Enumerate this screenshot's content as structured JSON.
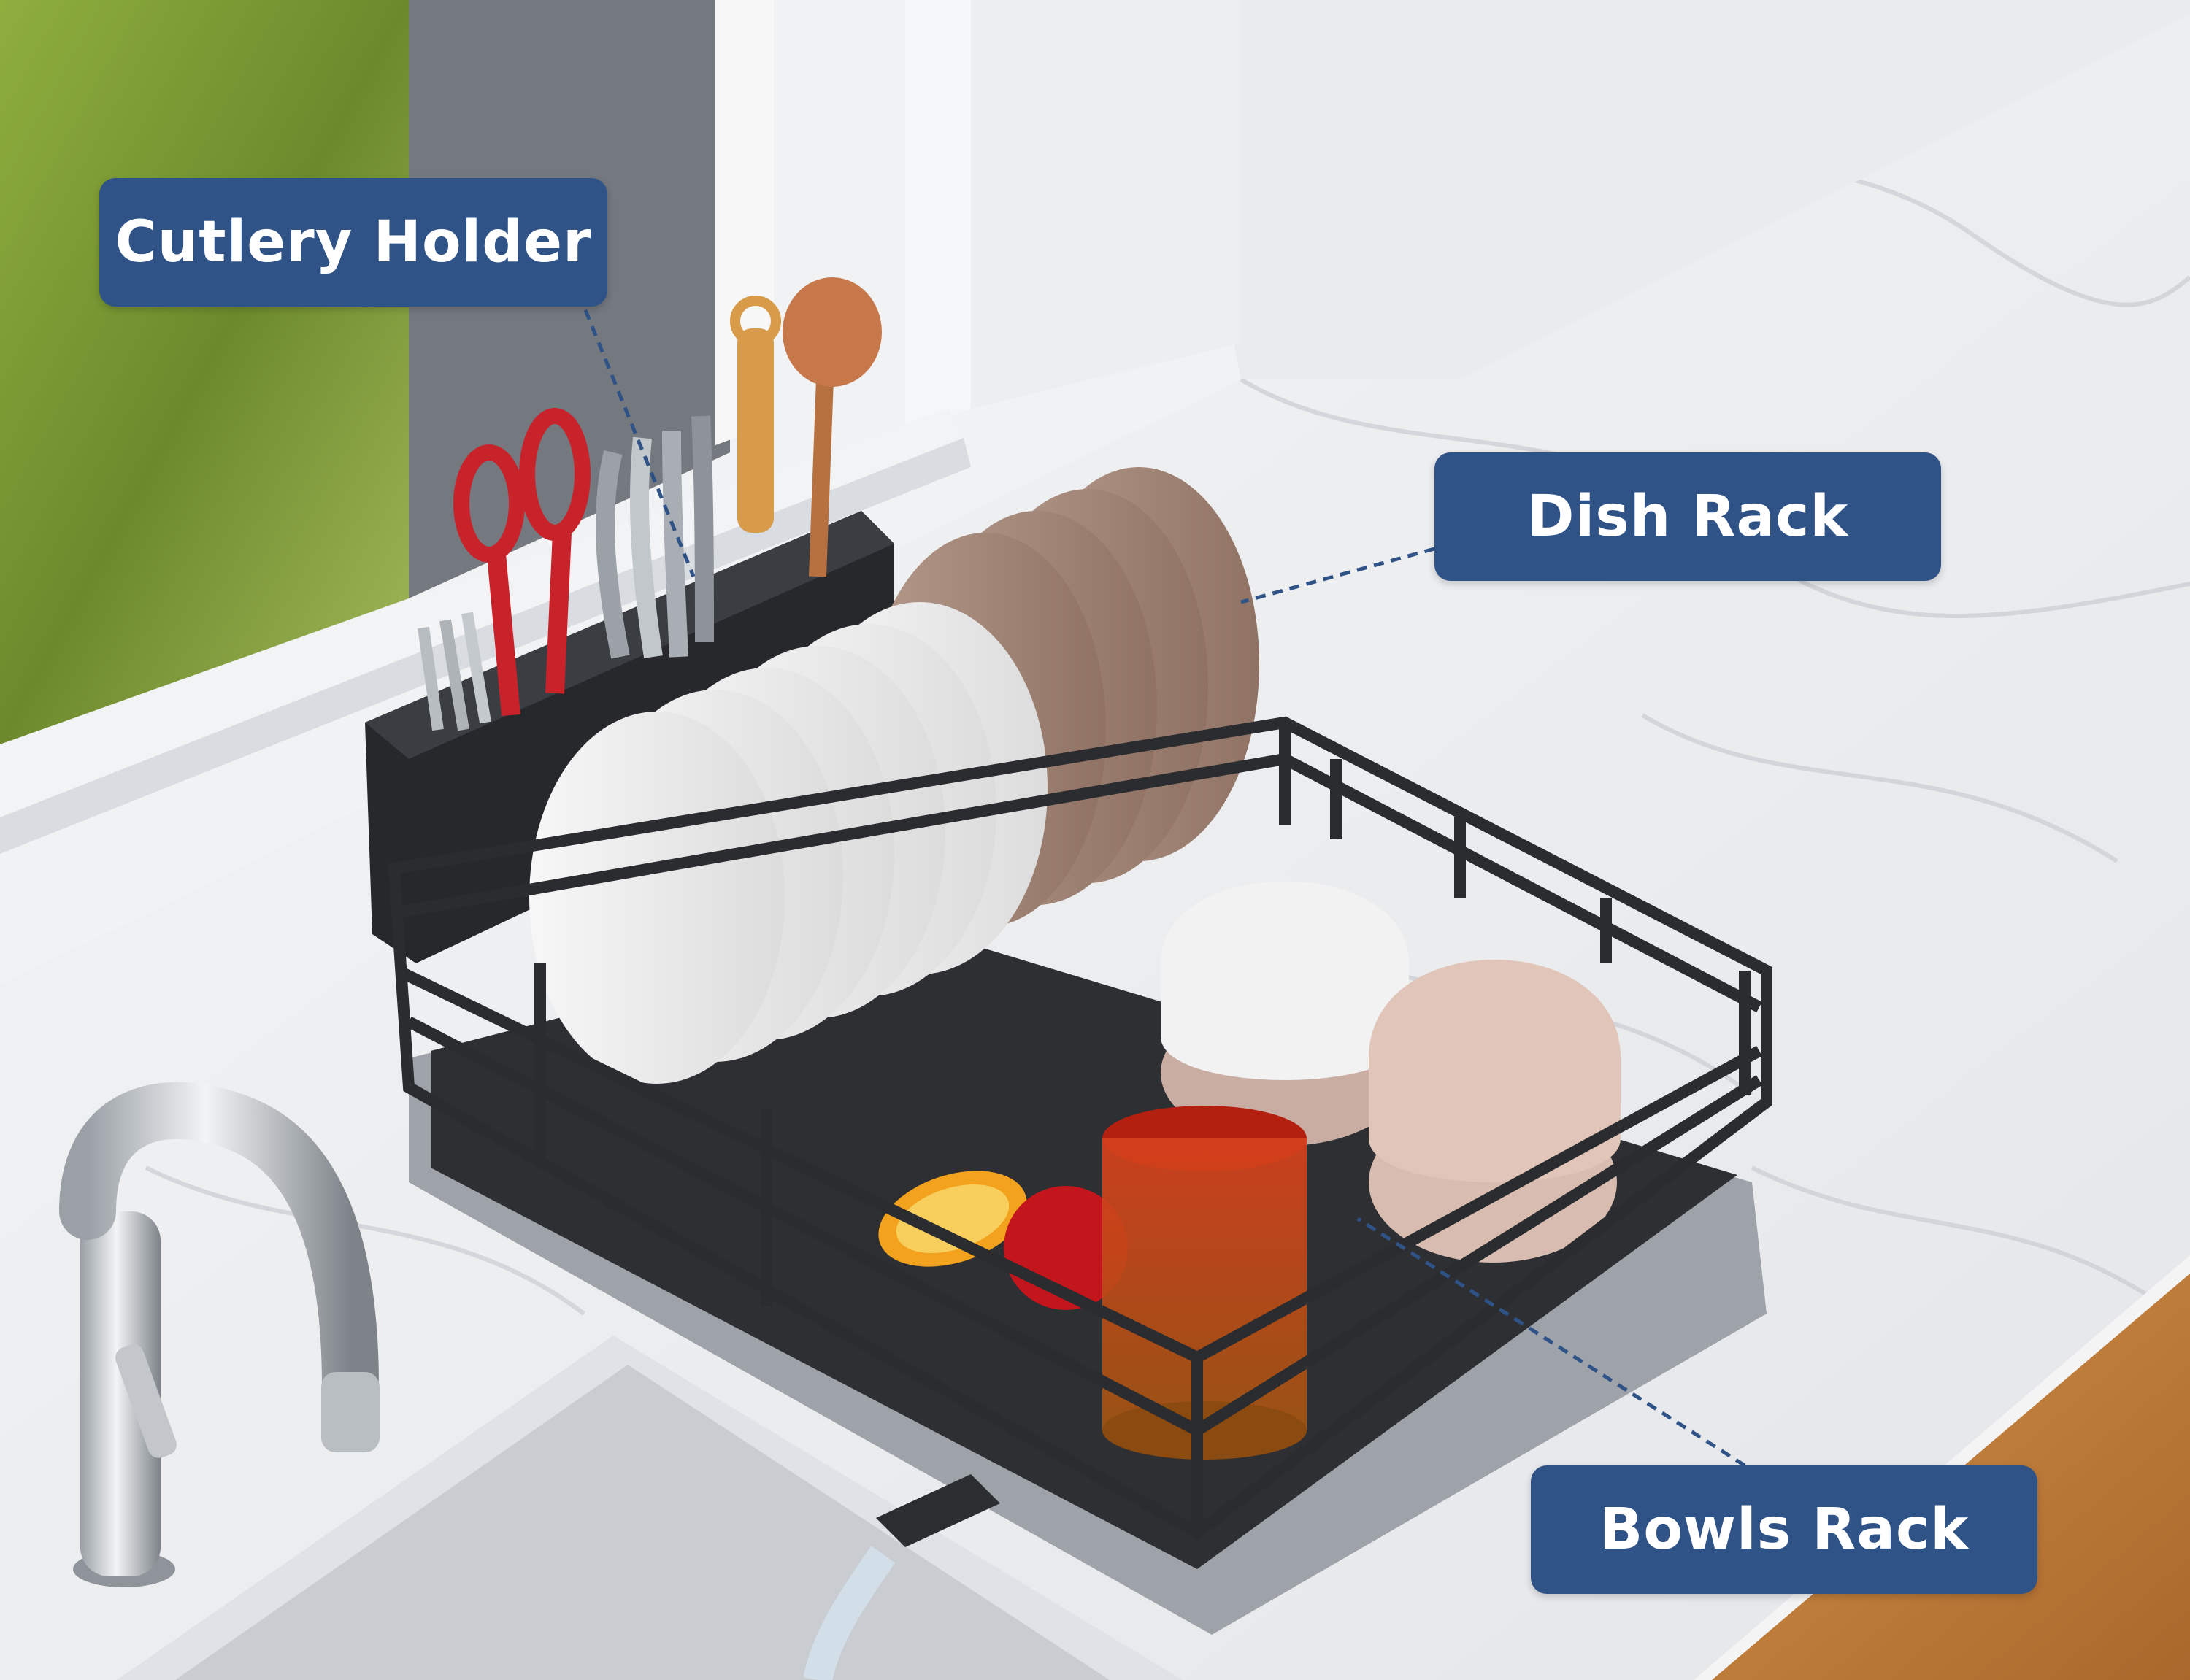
{
  "labels": {
    "cutlery_holder": "Cutlery Holder",
    "dish_rack": "Dish Rack",
    "bowls_rack": "Bowls Rack"
  },
  "colors": {
    "label_background": "#2f5287",
    "label_text": "#ffffff",
    "leader_line": "#2f5287",
    "rack_frame": "#2a2c30",
    "countertop": "#eef0f2",
    "wood": "#c7843c"
  },
  "icons": [
    "window",
    "faucet",
    "sink",
    "dish-rack",
    "cutlery-holder",
    "plates",
    "bowls",
    "glass",
    "orange-slice",
    "apple",
    "wood-cabinet"
  ]
}
